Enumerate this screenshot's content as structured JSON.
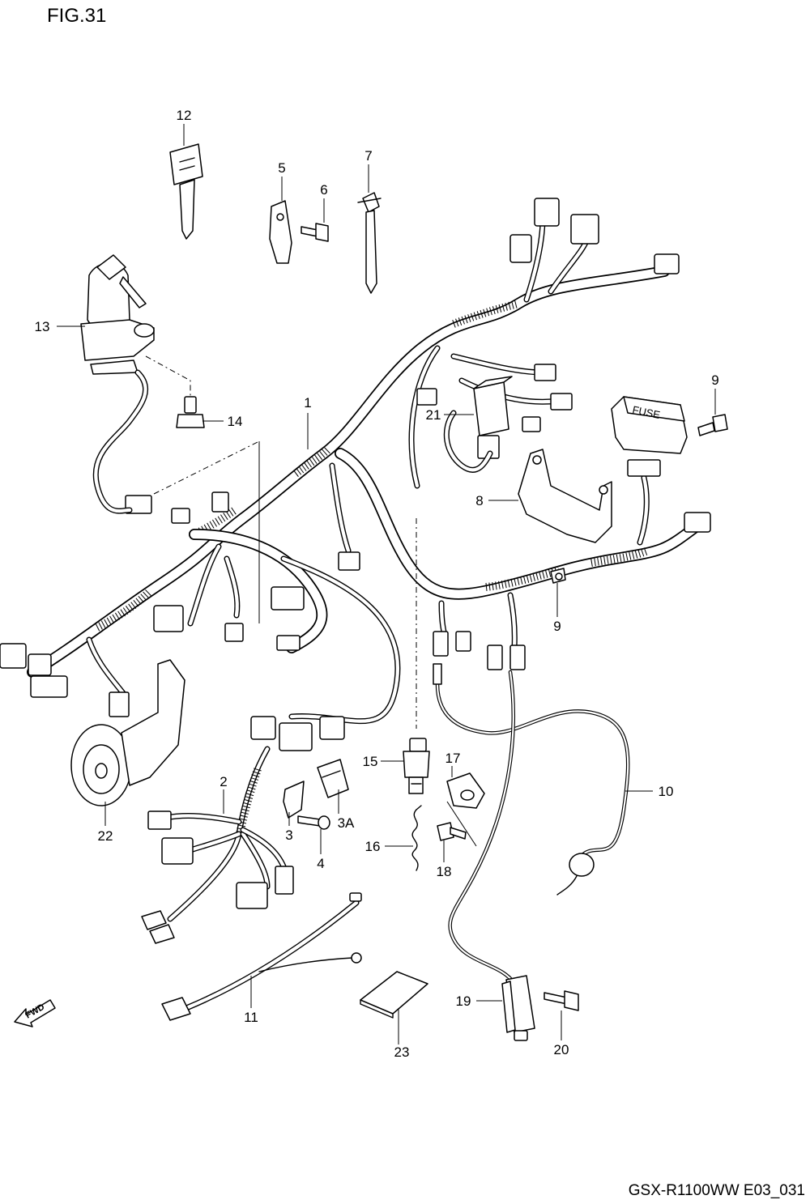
{
  "title": "FIG.31",
  "footer": "GSX-R1100WW   E03_031",
  "fwd_label": "FWD",
  "fuse_label": "FUSE",
  "callouts": [
    {
      "id": "p1",
      "label": "1"
    },
    {
      "id": "p2",
      "label": "2"
    },
    {
      "id": "p3",
      "label": "3"
    },
    {
      "id": "p3a",
      "label": "3A"
    },
    {
      "id": "p4",
      "label": "4"
    },
    {
      "id": "p5",
      "label": "5"
    },
    {
      "id": "p6",
      "label": "6"
    },
    {
      "id": "p7",
      "label": "7"
    },
    {
      "id": "p8",
      "label": "8"
    },
    {
      "id": "p9a",
      "label": "9"
    },
    {
      "id": "p9b",
      "label": "9"
    },
    {
      "id": "p10",
      "label": "10"
    },
    {
      "id": "p11",
      "label": "11"
    },
    {
      "id": "p12",
      "label": "12"
    },
    {
      "id": "p13",
      "label": "13"
    },
    {
      "id": "p14",
      "label": "14"
    },
    {
      "id": "p15",
      "label": "15"
    },
    {
      "id": "p16",
      "label": "16"
    },
    {
      "id": "p17",
      "label": "17"
    },
    {
      "id": "p18",
      "label": "18"
    },
    {
      "id": "p19",
      "label": "19"
    },
    {
      "id": "p20",
      "label": "20"
    },
    {
      "id": "p21",
      "label": "21"
    },
    {
      "id": "p22",
      "label": "22"
    },
    {
      "id": "p23",
      "label": "23"
    }
  ]
}
